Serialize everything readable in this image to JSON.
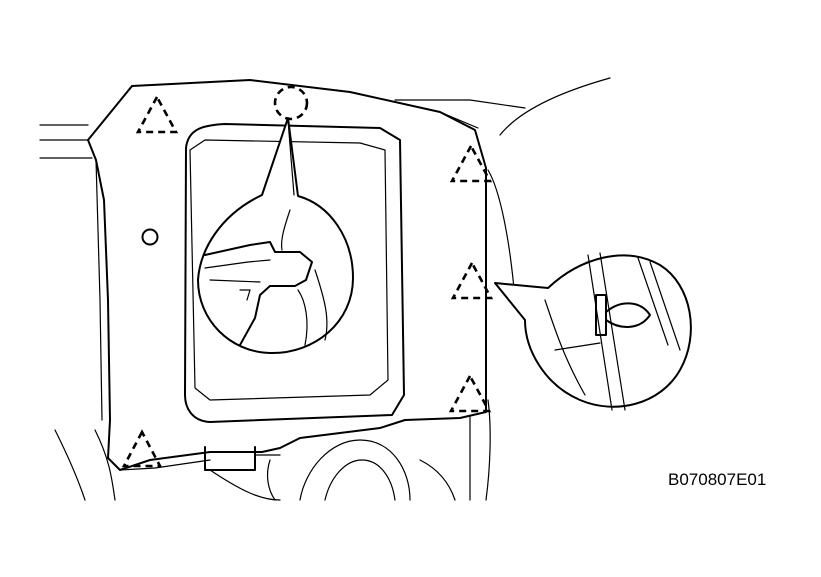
{
  "figure_id": "B070807E01",
  "markers": {
    "clip_marker_shape": "dashed-triangle",
    "callout_marker_shape": "dashed-circle"
  }
}
